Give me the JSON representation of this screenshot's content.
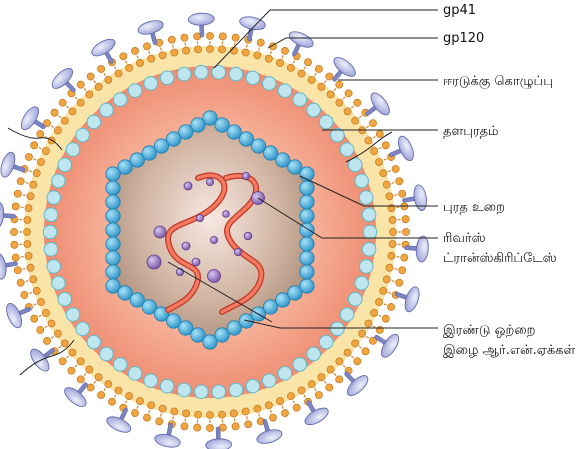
{
  "labels": {
    "gp41": "gp41",
    "gp120": "gp120",
    "envelope": "ஈரடுக்கு கொழுப்பு",
    "matrix": "தளபுரதம்",
    "capsid": "புரத உறை",
    "rt_line1": "ரிவர்ஸ்",
    "rt_line2": "ட்ரான்ஸ்கிரிப்டேஸ்",
    "rna_line1": "இரண்டு ஒற்றை",
    "rna_line2": "இழை ஆர்.என்.ஏக்கள்"
  },
  "colors": {
    "lipid_head": "#f0a640",
    "lipid_head_stroke": "#b86a12",
    "gp120": "#c6cbea",
    "gp120_stroke": "#5a62a8",
    "gp41": "#7d84c2",
    "matrix_ring": "#bfe6ee",
    "matrix_stroke": "#5fb8c9",
    "capsid_bead": "#3fa8d8",
    "capsid_stroke": "#1d7fb0",
    "core_inner": "#f2ddd6",
    "core_outer": "#a98b78",
    "outer_fill_inner": "#fbdcc6",
    "outer_fill_outer": "#ef8a70",
    "rna": "#e1533e",
    "enzyme": "#8e6ab8"
  }
}
